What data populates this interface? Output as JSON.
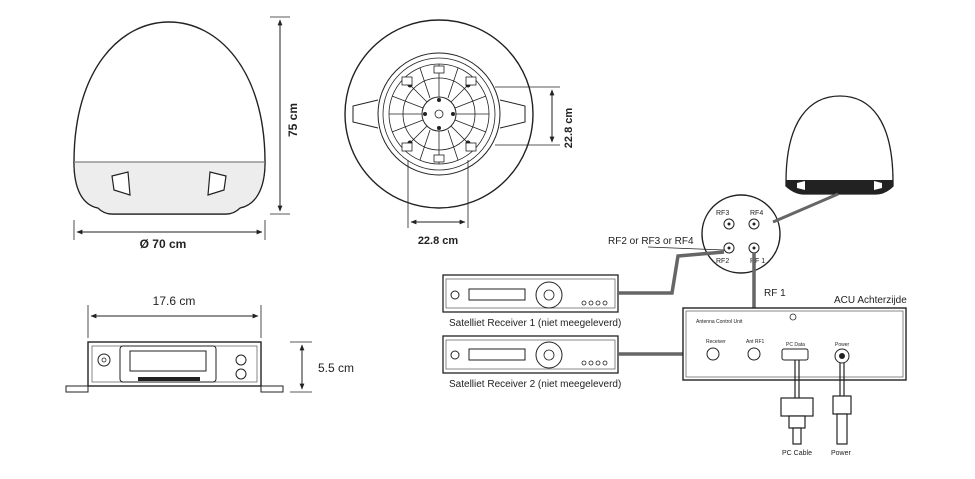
{
  "dimensions": {
    "dome_height": "75 cm",
    "dome_diameter": "Ø 70 cm",
    "base_inner_v": "22.8 cm",
    "base_inner_h": "22.8 cm",
    "acu_width": "17.6 cm",
    "acu_height": "5.5 cm"
  },
  "wiring": {
    "rf_junction_label": "RF2 or RF3 or RF4",
    "rf1_label": "RF 1",
    "ports": [
      "RF3",
      "RF4",
      "RF2",
      "RF 1"
    ],
    "receiver_1": "Satelliet Receiver 1 (niet meegeleverd)",
    "receiver_2": "Satelliet Receiver 2 (niet meegeleverd)",
    "acu_rear_title": "ACU Achterzijde",
    "acu_panel_label": "Antenna Control Unit",
    "acu_ports": [
      "Receiver",
      "Ant RF1",
      "PC Data",
      "Power"
    ],
    "pc_cable": "PC Cable",
    "power_cable": "Power"
  }
}
